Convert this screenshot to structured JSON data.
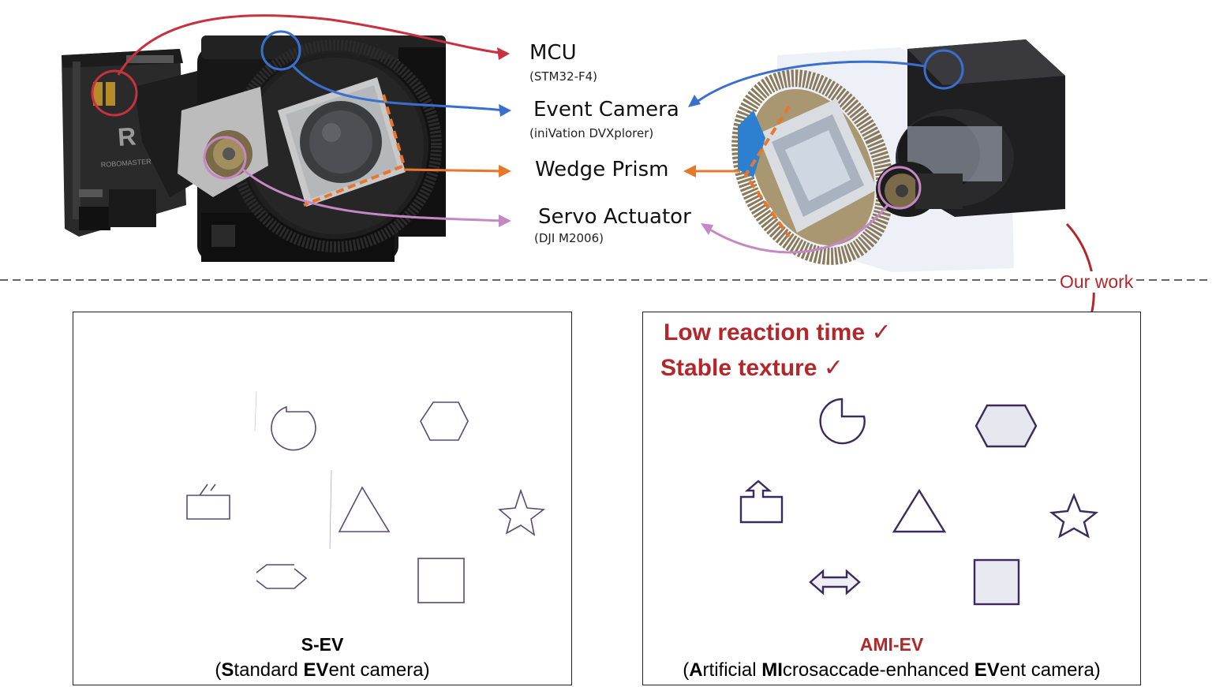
{
  "labels": {
    "mcu": {
      "name": "MCU",
      "sub": "(STM32-F4)"
    },
    "camera": {
      "name": "Event Camera",
      "sub": "(iniVation DVXplorer)"
    },
    "prism": {
      "name": "Wedge Prism"
    },
    "servo": {
      "name": "Servo Actuator",
      "sub": "(DJI M2006)"
    }
  },
  "our_work": "Our work",
  "left_panel": {
    "title": "S-EV",
    "caption_parts": [
      {
        "t": "(",
        "b": false
      },
      {
        "t": "S",
        "b": true
      },
      {
        "t": "tandard ",
        "b": false
      },
      {
        "t": "EV",
        "b": true
      },
      {
        "t": "ent camera)",
        "b": false
      }
    ]
  },
  "right_panel": {
    "title": "AMI-EV",
    "caption_parts": [
      {
        "t": "(",
        "b": false
      },
      {
        "t": "A",
        "b": true
      },
      {
        "t": "rtificial ",
        "b": false
      },
      {
        "t": "MI",
        "b": true
      },
      {
        "t": "crosaccade-enhanced ",
        "b": false
      },
      {
        "t": "EV",
        "b": true
      },
      {
        "t": "ent camera)",
        "b": false
      }
    ],
    "badges": [
      "Low reaction time",
      "Stable texture"
    ]
  },
  "colors": {
    "mcu": "#c8313f",
    "camera": "#3a6fcf",
    "prism": "#e8772e",
    "servo": "#c688c4",
    "accent": "#b3262a",
    "shape_stroke": "#3d2a5c"
  },
  "pcb_text": "ROBOMASTER"
}
